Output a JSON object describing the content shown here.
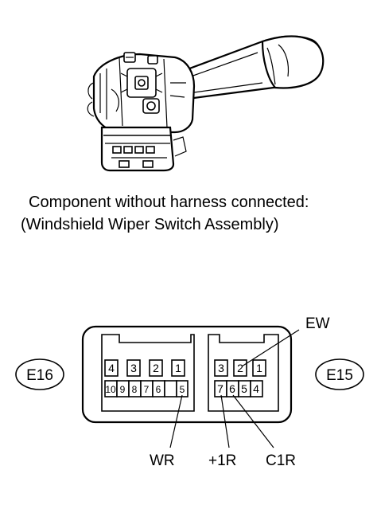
{
  "caption": {
    "line1": "Component without harness connected:",
    "line2": "(Windshield Wiper Switch Assembly)"
  },
  "connectors": [
    {
      "id": "E16",
      "pins_top": [
        "4",
        "3",
        "2",
        "1"
      ],
      "pins_bottom": [
        "10",
        "9",
        "8",
        "7",
        "6",
        "5"
      ]
    },
    {
      "id": "E15",
      "pins_top": [
        "3",
        "2",
        "1"
      ],
      "pins_bottom": [
        "7",
        "6",
        "5",
        "4"
      ]
    }
  ],
  "signals": {
    "ew": "EW",
    "wr": "WR",
    "plus1r": "+1R",
    "c1r": "C1R"
  }
}
